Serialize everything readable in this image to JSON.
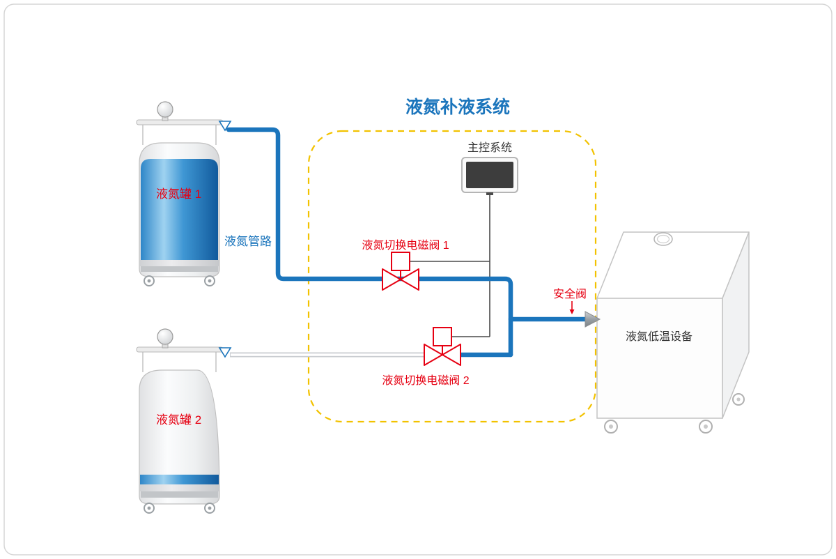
{
  "diagram": {
    "title": "液氮补液系统",
    "tank1_label": "液氮罐 1",
    "tank2_label": "液氮罐 2",
    "pipeline_label": "液氮管路",
    "control_label": "主控系统",
    "valve1_label": "液氮切换电磁阀 1",
    "valve2_label": "液氮切换电磁阀 2",
    "safety_valve_label": "安全阀",
    "equipment_label": "液氮低温设备"
  },
  "colors": {
    "blue": "#1b75bc",
    "red": "#e60012",
    "yellow": "#f2c200",
    "dark": "#333333"
  }
}
